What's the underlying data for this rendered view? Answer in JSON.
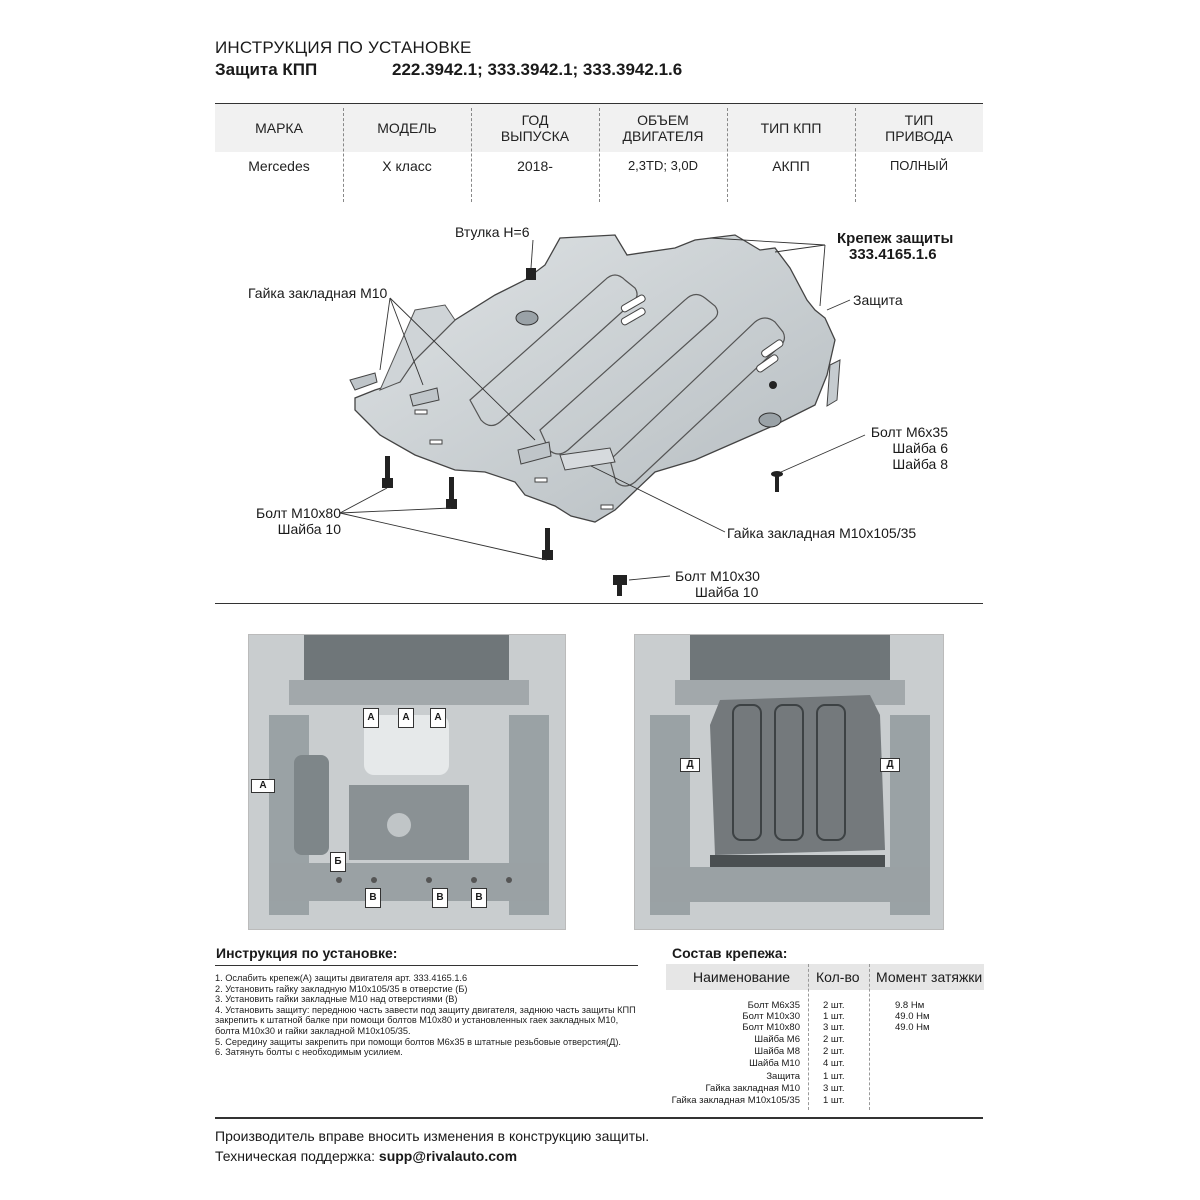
{
  "header": {
    "title": "ИНСТРУКЦИЯ ПО УСТАНОВКЕ",
    "subtitle": "Защита КПП",
    "codes": "222.3942.1; 333.3942.1; 333.3942.1.6"
  },
  "spec_table": {
    "columns": [
      {
        "header": "МАРКА",
        "value": "Mercedes"
      },
      {
        "header": "МОДЕЛЬ",
        "value": "X класс"
      },
      {
        "header": "ГОД\nВЫПУСКА",
        "value": "2018-"
      },
      {
        "header": "ОБЪЕМ\nДВИГАТЕЛЯ",
        "value": "2,3TD; 3,0D"
      },
      {
        "header": "ТИП КПП",
        "value": "АКПП"
      },
      {
        "header": "ТИП\nПРИВОДА",
        "value": "ПОЛНЫЙ"
      }
    ]
  },
  "diagram": {
    "bushing": "Втулка Н=6",
    "guard_fastener_line1": "Крепеж защиты",
    "guard_fastener_line2": "333.4165.1.6",
    "guard": "Защита",
    "embedded_nut_m10": "Гайка закладная М10",
    "bolt_m6_line1": "Болт М6х35",
    "bolt_m6_line2": "Шайба 6",
    "bolt_m6_line3": "Шайба 8",
    "bolt_m10x80_line1": "Болт М10х80",
    "bolt_m10x80_line2": "Шайба 10",
    "embedded_nut_long": "Гайка закладная М10х105/35",
    "bolt_m10x30_line1": "Болт М10х30",
    "bolt_m10x30_line2": "Шайба 10"
  },
  "photos": {
    "left_markers": [
      "А",
      "А",
      "А",
      "А",
      "Б",
      "В",
      "В",
      "В"
    ],
    "right_markers": [
      "Д",
      "Д"
    ]
  },
  "instructions": {
    "title": "Инструкция по установке:",
    "steps": [
      "1. Ослабить крепеж(А) защиты двигателя арт. 333.4165.1.6",
      "2. Установить гайку закладную М10х105/35 в отверстие (Б)",
      "3. Установить гайки закладные М10 над отверстиями (В)",
      "4. Установить защиту: переднюю часть завести под защиту двигателя, заднюю часть защиты КПП закрепить к штатной балке при помощи болтов М10х80 и установленных гаек закладных М10, болта М10х30 и гайки закладной М10х105/35.",
      "5. Середину защиты закрепить при помощи болтов М6х35 в штатные резьбовые отверстия(Д).",
      "6. Затянуть болты с необходимым усилием."
    ]
  },
  "fasteners": {
    "title": "Состав крепежа:",
    "col_name": "Наименование",
    "col_qty": "Кол-во",
    "col_torque": "Момент затяжки",
    "rows": [
      {
        "name": "Болт М6х35",
        "qty": "2 шт.",
        "torque": "9.8 Нм"
      },
      {
        "name": "Болт М10х30",
        "qty": "1 шт.",
        "torque": "49.0 Нм"
      },
      {
        "name": "Болт М10х80",
        "qty": "3 шт.",
        "torque": "49.0 Нм"
      },
      {
        "name": "Шайба М6",
        "qty": "2 шт.",
        "torque": ""
      },
      {
        "name": "Шайба М8",
        "qty": "2 шт.",
        "torque": ""
      },
      {
        "name": "Шайба М10",
        "qty": "4 шт.",
        "torque": ""
      },
      {
        "name": "Защита",
        "qty": "1 шт.",
        "torque": ""
      },
      {
        "name": "Гайка закладная М10",
        "qty": "3 шт.",
        "torque": ""
      },
      {
        "name": "Гайка закладная М10х105/35",
        "qty": "1 шт.",
        "torque": ""
      }
    ]
  },
  "footer": {
    "line1": "Производитель вправе вносить изменения в конструкцию защиты.",
    "support_label": "Техническая поддержка: ",
    "support_email": "supp@rivalauto.com"
  }
}
